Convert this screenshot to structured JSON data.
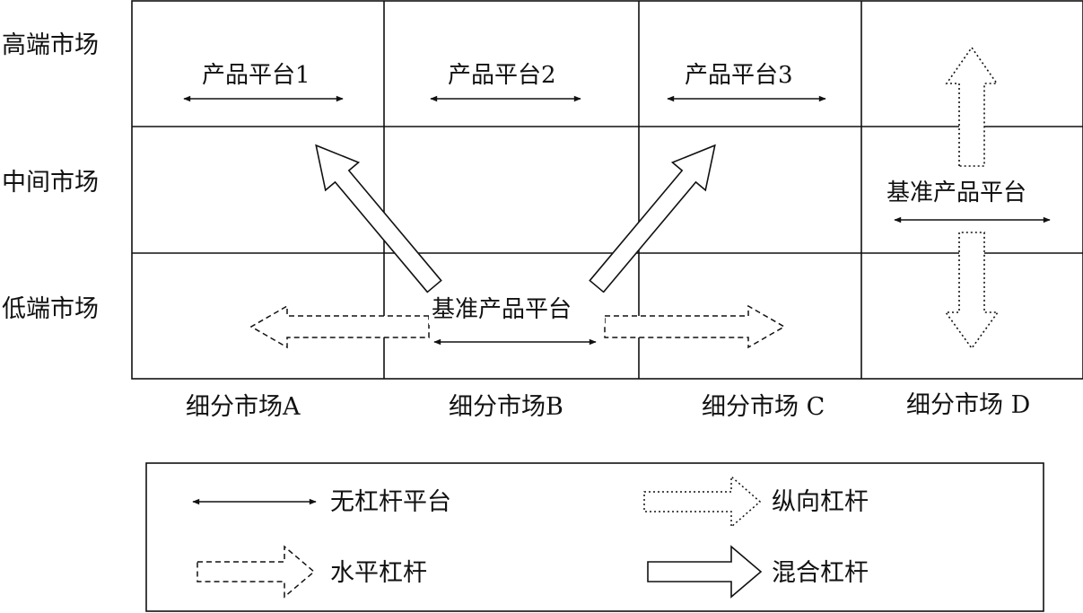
{
  "rows": [
    "高端市场",
    "中间市场",
    "低端市场"
  ],
  "columns": [
    "细分市场A",
    "细分市场B",
    "细分市场 C",
    "细分市场 D"
  ],
  "cell_labels": {
    "platform_1": "产品平台1",
    "platform_2": "产品平台2",
    "platform_3": "产品平台3",
    "base_platform_low": "基准产品平台",
    "base_platform_d": "基准产品平台"
  },
  "legend": {
    "no_leverage": "无杠杆平台",
    "vertical_leverage": "纵向杠杆",
    "horizontal_leverage": "水平杠杆",
    "mixed_leverage": "混合杠杆"
  }
}
